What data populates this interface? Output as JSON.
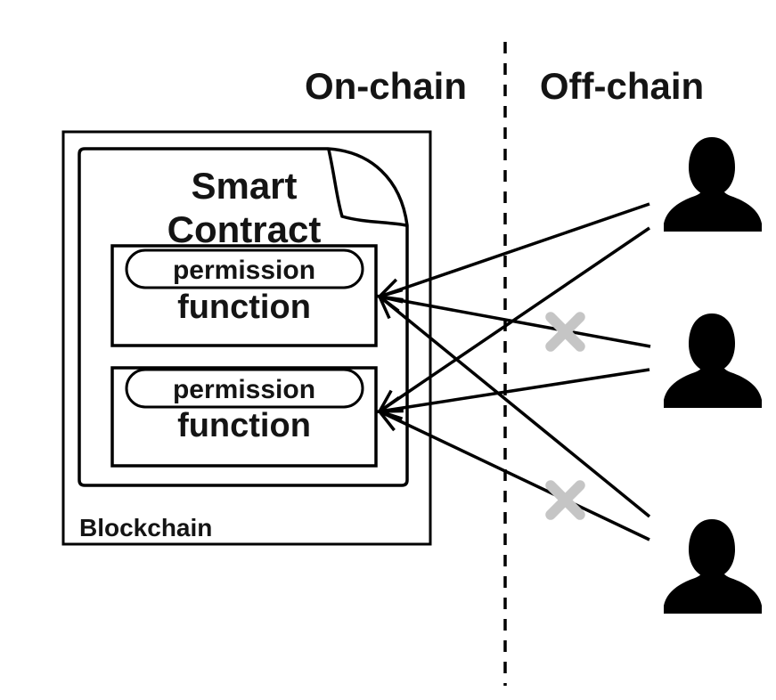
{
  "diagram": {
    "kind": "blockchain-smart-contract-permission-diagram",
    "regions": {
      "on_chain": "On-chain",
      "off_chain": "Off-chain"
    },
    "blockchain": {
      "label": "Blockchain"
    },
    "contract": {
      "title_line1": "Smart",
      "title_line2": "Contract",
      "functions": [
        {
          "id": "function-1",
          "permission_label": "permission",
          "function_label": "function"
        },
        {
          "id": "function-2",
          "permission_label": "permission",
          "function_label": "function"
        }
      ]
    },
    "actors": [
      {
        "id": "user-1",
        "icon": "person-silhouette-icon"
      },
      {
        "id": "user-2",
        "icon": "person-silhouette-icon"
      },
      {
        "id": "user-3",
        "icon": "person-silhouette-icon"
      }
    ],
    "connections": [
      {
        "from": "user-1",
        "to": "function-1",
        "allowed": true
      },
      {
        "from": "user-1",
        "to": "function-2",
        "allowed": true
      },
      {
        "from": "user-2",
        "to": "function-1",
        "allowed": false
      },
      {
        "from": "user-2",
        "to": "function-2",
        "allowed": true
      },
      {
        "from": "user-3",
        "to": "function-1",
        "allowed": true
      },
      {
        "from": "user-3",
        "to": "function-2",
        "allowed": false
      }
    ],
    "colors": {
      "ink": "#000000",
      "text": "#141414",
      "denied_x": "#c5c5c5",
      "background": "#ffffff"
    }
  }
}
